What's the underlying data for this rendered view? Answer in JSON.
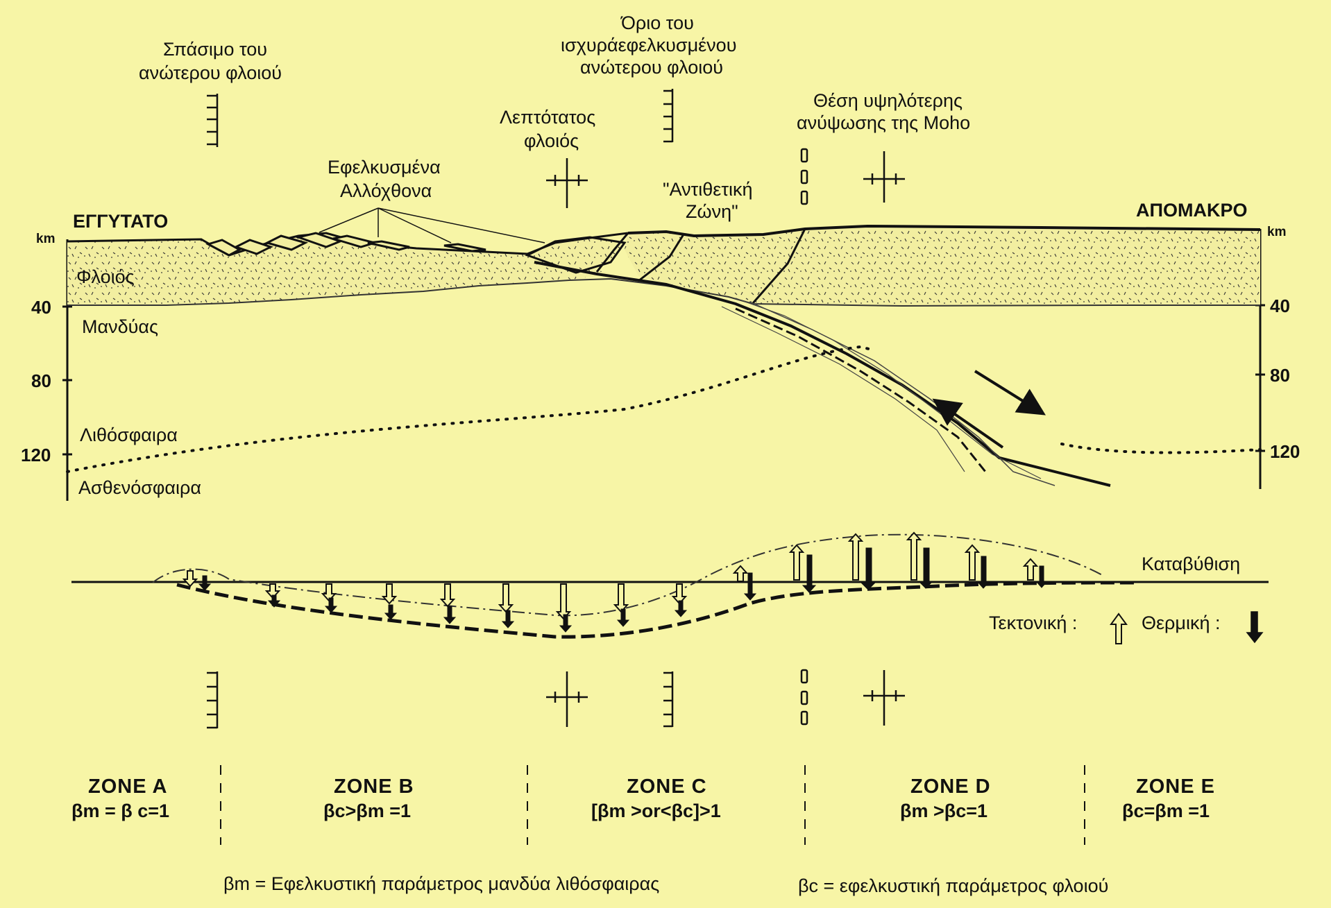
{
  "labels": {
    "proximal": "ΕΓΓΥΤΑΤΟ",
    "distal": "ΑΠΟΜΑΚΡΟ",
    "km_left": "km",
    "km_right": "km",
    "crust": "Φλοιός",
    "mantle": "Μανδύας",
    "lithosphere": "Λιθόσφαιρα",
    "asthenosphere": "Ασθενόσφαιρα",
    "upper_crust_break_1": "Σπάσιμο του",
    "upper_crust_break_2": "ανώτερου φλοιού",
    "allochthons_1": "Εφελκυσμένα",
    "allochthons_2": "Αλλόχθονα",
    "thinnest_crust_1": "Λεπτότατος",
    "thinnest_crust_2": "φλοιός",
    "limit_1": "Όριο του",
    "limit_2": "ισχυράεφελκυσμένου",
    "limit_3": "ανώτερου φλοιού",
    "antithetic_1": "\"Αντιθετική",
    "antithetic_2": "Ζώνη\"",
    "moho_1": "Θέση υψηλότερης",
    "moho_2": "ανύψωσης της Moho",
    "subsidence": "Καταβύθιση",
    "tectonic": "Τεκτονική :",
    "thermal": "Θερμική :"
  },
  "depth_ticks_left": [
    "40",
    "80",
    "120"
  ],
  "depth_ticks_right": [
    "40",
    "80",
    "120"
  ],
  "zones": [
    {
      "name": "ZONE A",
      "eq": "βm = β c=1"
    },
    {
      "name": "ZONE B",
      "eq": "βc>βm =1"
    },
    {
      "name": "ZONE C",
      "eq": "[βm >or<βc]>1"
    },
    {
      "name": "ZONE D",
      "eq": "βm >βc=1"
    },
    {
      "name": "ZONE E",
      "eq": "βc=βm =1"
    }
  ],
  "footnotes": {
    "bm": "βm = Εφελκυστική παράμετρος μανδύα λιθόσφαιρας",
    "bc": "βc = εφελκυστική παράμετρος φλοιού"
  },
  "colors": {
    "background": "#f7f5a6",
    "ink": "#111111",
    "crust_fill": "#f2eea0"
  }
}
